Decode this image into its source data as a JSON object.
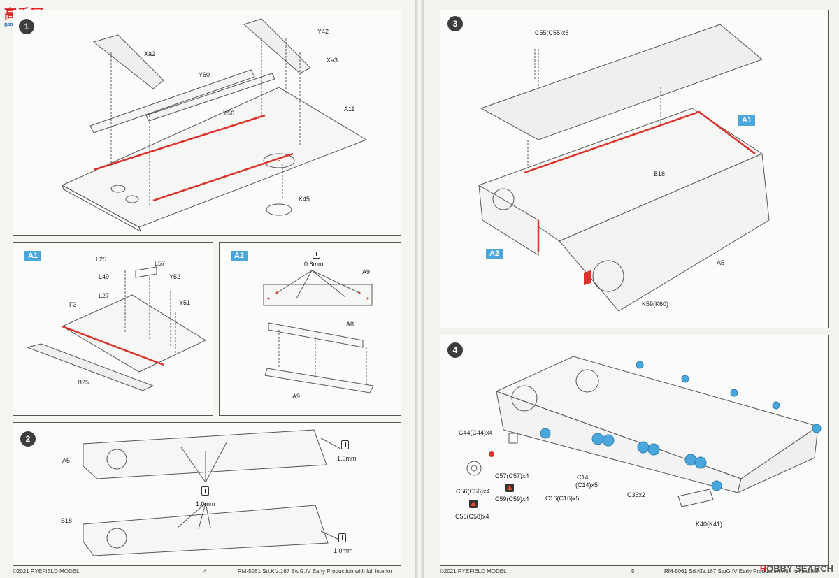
{
  "watermark": {
    "text": "高手网",
    "sub": "gao-shou.com"
  },
  "brand_mark": {
    "prefix": "H",
    "text": "OBBY SEARCH"
  },
  "footer_left": {
    "copyright": "©2021 RYEFIELD MODEL",
    "page": "4",
    "product": "RM-5061 Sd.Kfz.167 StuG.IV Early Production with full interior"
  },
  "footer_right": {
    "copyright": "©2021 RYEFIELD MODEL",
    "page": "5",
    "product": "RM-5061 Sd.Kfz.167 StuG.IV Early Production with full interior"
  },
  "step1": {
    "number": "1",
    "parts": [
      "Xa2",
      "Y42",
      "Xa3",
      "Y60",
      "Y56",
      "A11",
      "K45"
    ]
  },
  "subA1": {
    "badge": "A1",
    "parts": [
      "L25",
      "L57",
      "L49",
      "Y52",
      "L27",
      "Y51",
      "F3",
      "B25"
    ]
  },
  "subA2": {
    "badge": "A2",
    "measure": "0.8mm",
    "parts": [
      "A9",
      "A8",
      "A9"
    ]
  },
  "step2": {
    "number": "2",
    "parts": [
      "A5",
      "B18"
    ],
    "measures": [
      "1.0mm",
      "1.0mm",
      "1.0mm"
    ]
  },
  "step3": {
    "number": "3",
    "parts": [
      "C55(C55)x8",
      "B18",
      "A5",
      "K59(K60)"
    ],
    "badges": [
      "A1",
      "A2"
    ]
  },
  "step4": {
    "number": "4",
    "parts": [
      "C44(C44)x4",
      "C56(C56)x4",
      "C57(C57)x4",
      "C59(C59)x4",
      "C58(C58)x4",
      "C14",
      "(C14)x5",
      "C16(C16)x5",
      "C36x2",
      "K40(K41)"
    ]
  }
}
